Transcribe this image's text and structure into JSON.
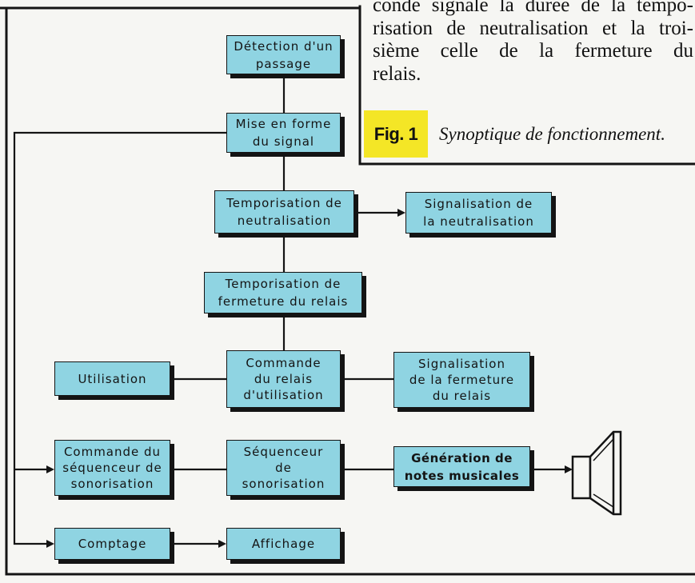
{
  "article": {
    "lines": [
      "conde signale la durée de la tempo-",
      "risation de neutralisation et la troi-",
      "sième celle de la fermeture du",
      "relais."
    ]
  },
  "figure": {
    "label": "Fig. 1",
    "caption": "Synoptique de fonctionnement."
  },
  "blocks": {
    "detection": [
      "Détection d'un",
      "passage"
    ],
    "mise_en_forme": [
      "Mise en forme",
      "du signal"
    ],
    "temporisation_neutralisation": [
      "Temporisation de",
      "neutralisation"
    ],
    "signalisation_neutralisation": [
      "Signalisation de",
      "la neutralisation"
    ],
    "temporisation_fermeture": [
      "Temporisation de",
      "fermeture du relais"
    ],
    "commande_relais": [
      "Commande",
      "du relais",
      "d'utilisation"
    ],
    "utilisation": [
      "Utilisation"
    ],
    "signalisation_fermeture": [
      "Signalisation",
      "de la fermeture",
      "du relais"
    ],
    "commande_sequenceur": [
      "Commande du",
      "séquenceur de",
      "sonorisation"
    ],
    "sequenceur": [
      "Séquenceur",
      "de",
      "sonorisation"
    ],
    "generation": [
      "Génération de",
      "notes musicales"
    ],
    "comptage": [
      "Comptage"
    ],
    "affichage": [
      "Affichage"
    ]
  },
  "icons": {
    "output_device": "loudspeaker-icon"
  },
  "colors": {
    "block_fill": "#8fd4e2",
    "ink": "#141414",
    "paper": "#f6f6f3",
    "caption_highlight": "#f4e626"
  }
}
